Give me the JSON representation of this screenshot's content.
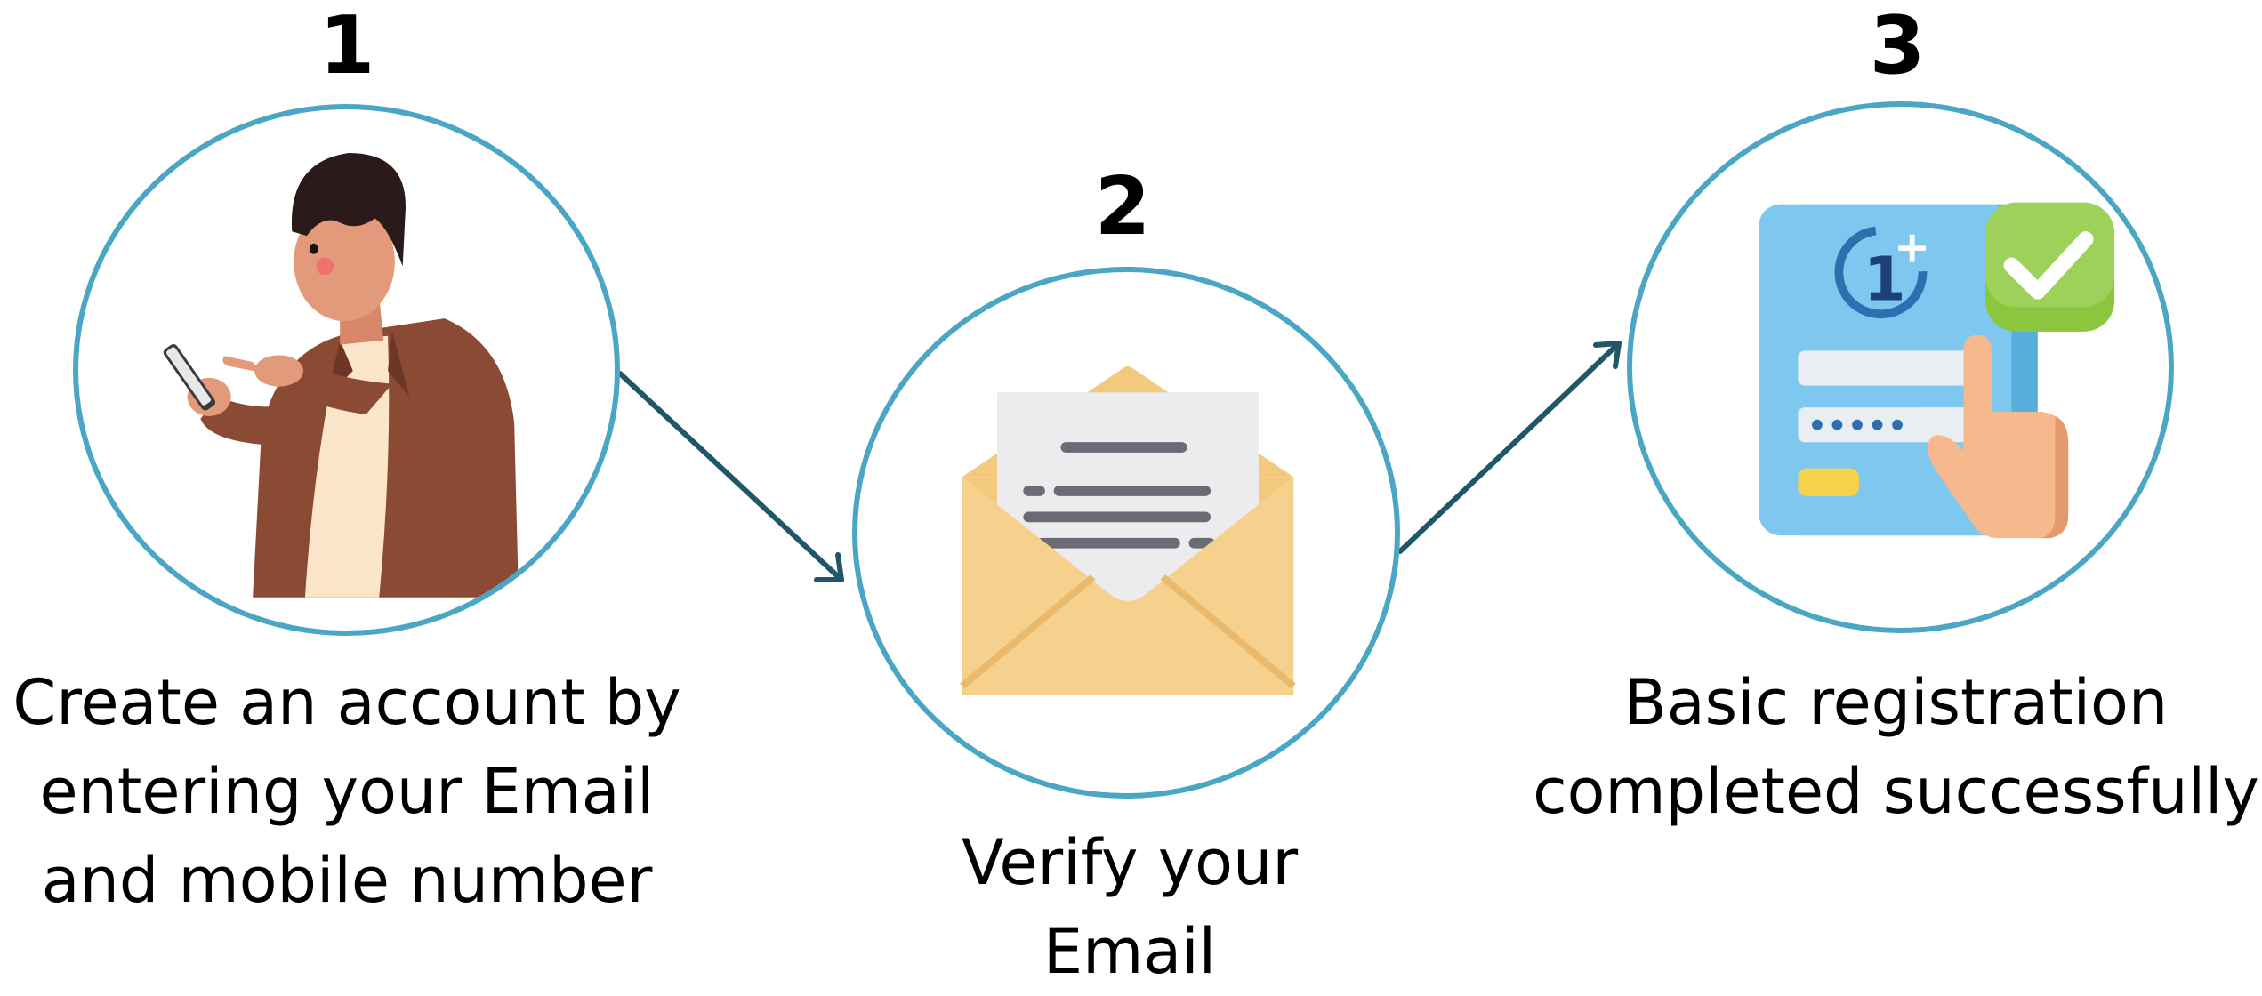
{
  "steps": [
    {
      "number": "1",
      "caption_lines": [
        "Create an account by",
        "entering your Email",
        "and mobile number"
      ],
      "icon": "person-with-phone"
    },
    {
      "number": "2",
      "caption_lines": [
        "Verify your",
        "Email"
      ],
      "icon": "open-envelope-with-letter"
    },
    {
      "number": "3",
      "caption_lines": [
        "Basic registration",
        "completed successfully"
      ],
      "icon": "registration-form-with-checkmark"
    }
  ],
  "colors": {
    "circle_border": "#4aa6c4",
    "arrow": "#1f5668",
    "envelope": "#f6d18d",
    "form_card": "#7ec8ef",
    "check_badge": "#8cc63f",
    "shirt": "#8b4a34",
    "hair": "#2b1a1a"
  }
}
